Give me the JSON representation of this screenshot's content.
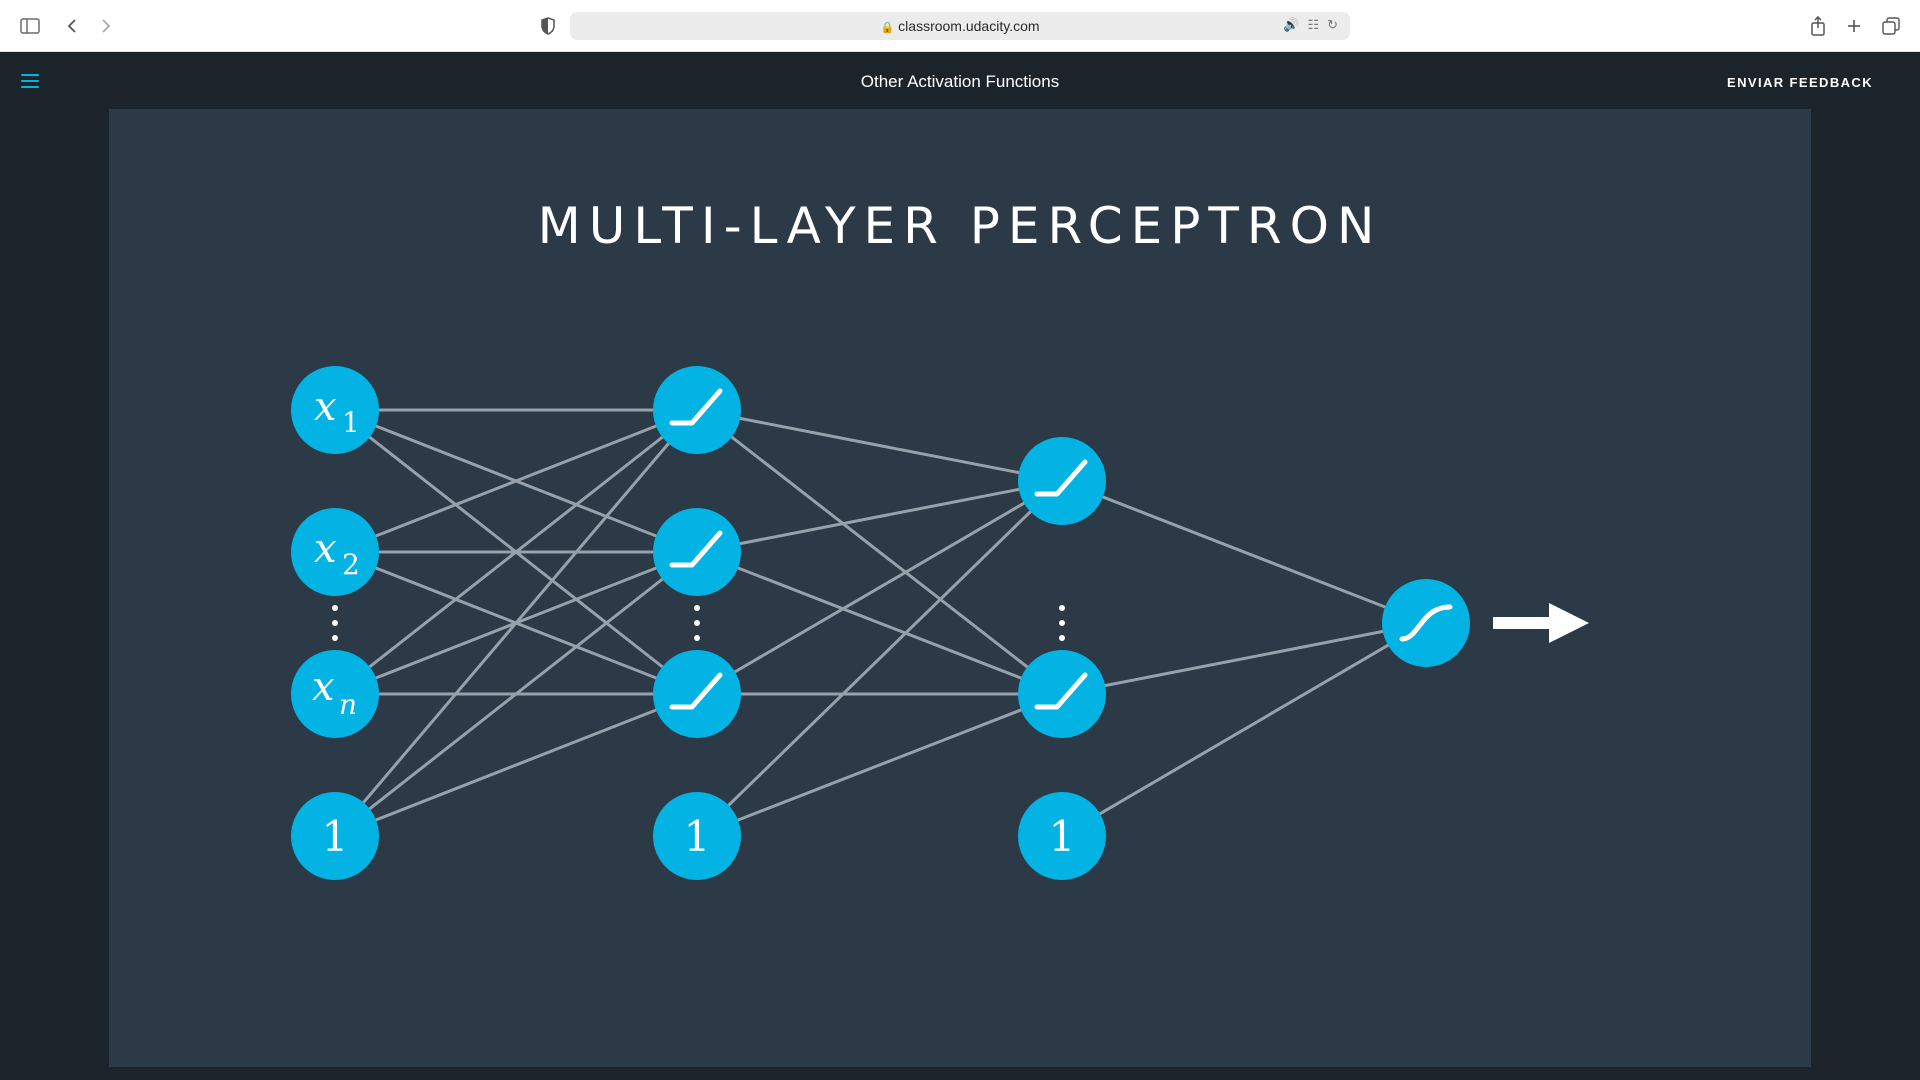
{
  "browser": {
    "url": "classroom.udacity.com"
  },
  "header": {
    "title": "Other Activation Functions",
    "feedback_label": "ENVIAR FEEDBACK"
  },
  "slide": {
    "title": "MULTI-LAYER PERCEPTRON",
    "input_labels": [
      "x",
      "x",
      "x"
    ],
    "input_subscripts": [
      "1",
      "2",
      "n"
    ],
    "bias_label": "1",
    "colors": {
      "node": "#02b3e4",
      "edge": "#aab4bd",
      "background": "#2b3a46"
    }
  }
}
